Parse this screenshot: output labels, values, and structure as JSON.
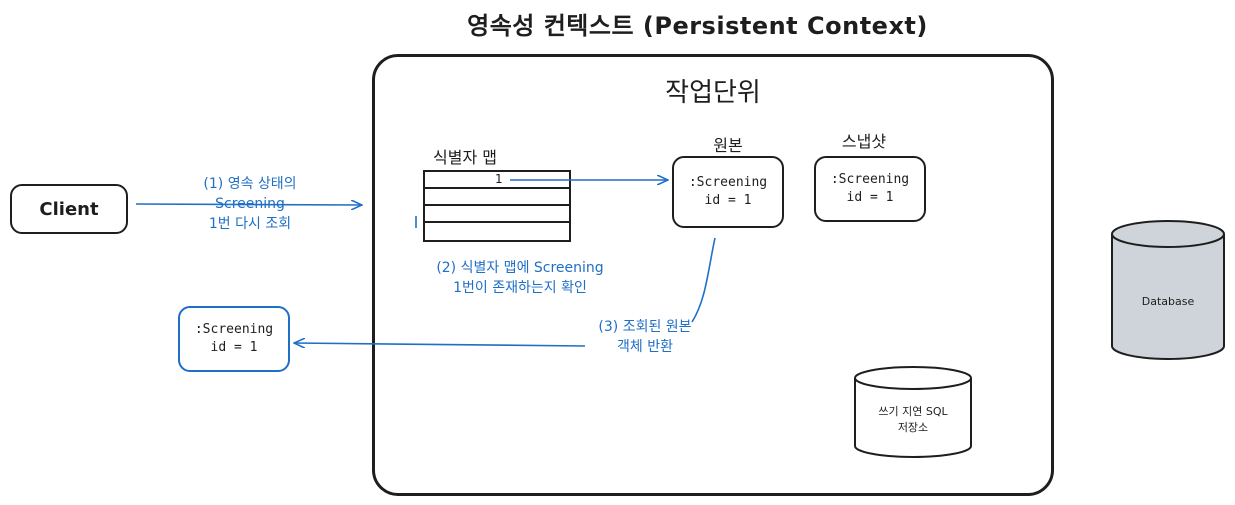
{
  "title": "영속성 컨텍스트 (Persistent Context)",
  "unit_of_work": {
    "label": "작업단위"
  },
  "client": {
    "label": "Client"
  },
  "identity_map": {
    "label": "식별자 맵",
    "key": "1"
  },
  "original": {
    "label": "원본",
    "entity": {
      "name": ":Screening",
      "id": "id = 1"
    }
  },
  "snapshot": {
    "label": "스냅샷",
    "entity": {
      "name": ":Screening",
      "id": "id = 1"
    }
  },
  "returned": {
    "entity": {
      "name": ":Screening",
      "id": "id = 1"
    }
  },
  "steps": {
    "step1": {
      "line1": "(1) 영속 상태의",
      "line2": "Screening",
      "line3": "1번  다시 조회"
    },
    "step2": {
      "line1": "(2) 식별자 맵에 Screening",
      "line2": "1번이 존재하는지 확인"
    },
    "step3": {
      "line1": "(3) 조회된 원본",
      "line2": "객체 반환"
    }
  },
  "sql_store": {
    "line1": "쓰기 지연 SQL",
    "line2": "저장소"
  },
  "database": {
    "label": "Database"
  },
  "colors": {
    "accent": "#1f6fc5",
    "stroke": "#1e1e1e",
    "db_fill": "#ced4da"
  }
}
